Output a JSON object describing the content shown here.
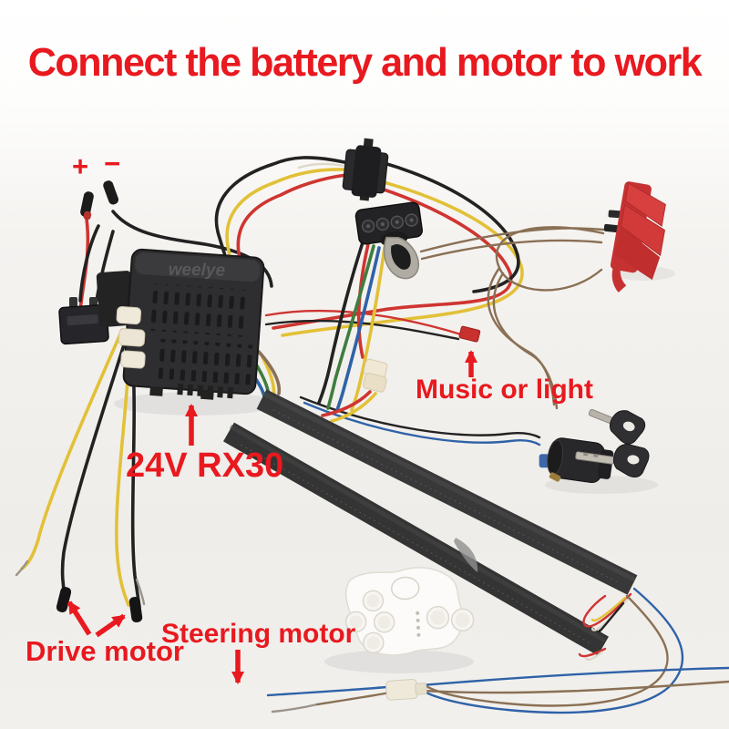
{
  "title": "Connect the battery and motor to work",
  "annotations": {
    "battery_plus": "+",
    "battery_minus": "−",
    "controller_label": "24V RX30",
    "music_label": "Music or light",
    "drive_label": "Drive motor",
    "steering_label": "Steering motor"
  },
  "components": {
    "controller_brand": "weelye"
  },
  "colors": {
    "annotation_red": "#e8191f",
    "wire_red": "#cf3531",
    "wire_yellow": "#e2c138",
    "wire_black": "#222222",
    "wire_blue": "#2f62a8",
    "wire_green": "#3f7d3f",
    "wire_brown": "#8a7055",
    "wire_gray": "#9a948a"
  }
}
